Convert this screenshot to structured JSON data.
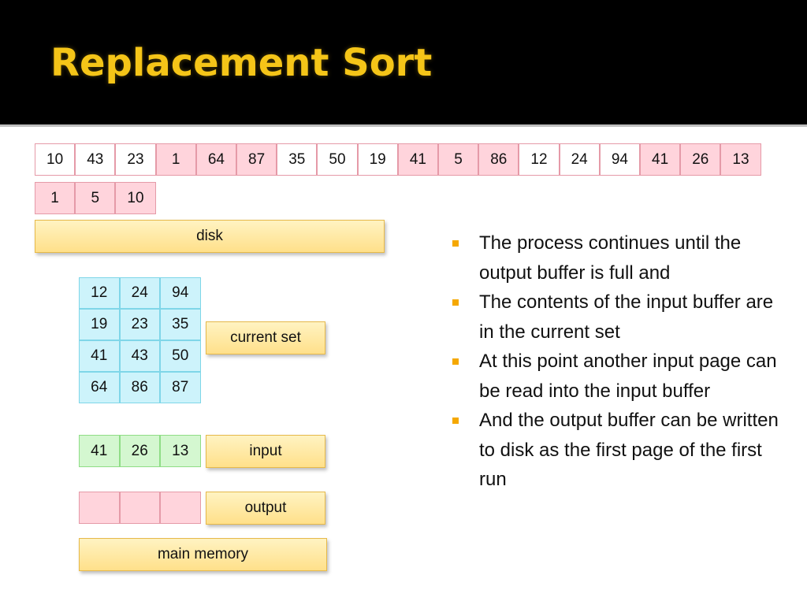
{
  "title": "Replacement Sort",
  "disk_row": [
    "10",
    "43",
    "23",
    "1",
    "64",
    "87",
    "35",
    "50",
    "19",
    "41",
    "5",
    "86",
    "12",
    "24",
    "94",
    "41",
    "26",
    "13"
  ],
  "disk_output_row": [
    "1",
    "5",
    "10"
  ],
  "labels": {
    "disk": "disk",
    "current_set": "current set",
    "input": "input",
    "output": "output",
    "main_memory": "main memory"
  },
  "current_set": [
    [
      "12",
      "24",
      "94"
    ],
    [
      "19",
      "23",
      "35"
    ],
    [
      "41",
      "43",
      "50"
    ],
    [
      "64",
      "86",
      "87"
    ]
  ],
  "input_buffer": [
    "41",
    "26",
    "13"
  ],
  "output_buffer": [
    "",
    "",
    ""
  ],
  "bullets": [
    "The process continues until the output buffer is full and",
    "The contents of the input buffer are in the current set",
    "At this point another input page can be read into the input buffer",
    "And the output buffer can be written to disk as the first page of the first run"
  ],
  "colors": {
    "header_bg": "#000000",
    "title": "#f5c518",
    "white_cell": "#ffffff",
    "pink_cell": "#ffd4dc",
    "blue_cell": "#cdf3fb",
    "green_cell": "#d4f7d0",
    "label_box": "#ffe08a",
    "bullet": "#f5a800"
  }
}
